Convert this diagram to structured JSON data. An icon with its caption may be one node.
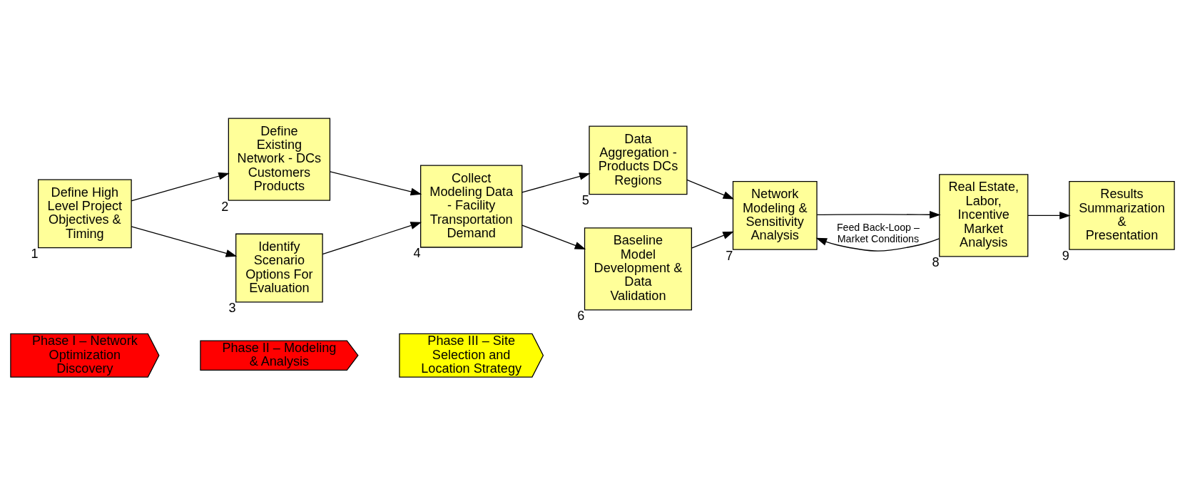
{
  "diagram": {
    "nodes": [
      {
        "text": [
          "Phase I – Network Optimization Discovery"
        ]
      },
      {
        "text": [
          "Phase II – Modeling & Analysis"
        ]
      },
      {
        "text": [
          "Phase III – Site Selection and Location Strategy"
        ]
      },
      {
        "text": [
          "Define High Level Project Objectives & Timing"
        ],
        "beside": [
          "1"
        ]
      },
      {
        "text": [
          "Define Existing Network - DCs Customers Products"
        ],
        "beside": [
          "2"
        ]
      },
      {
        "text": [
          "Identify Scenario Options For Evaluation"
        ],
        "beside": [
          "3"
        ]
      },
      {
        "text": [
          "Collect Modeling Data - Facility Transportation Demand"
        ],
        "beside": [
          "4"
        ]
      },
      {
        "text": [
          "Data Aggregation - Products DCs Regions"
        ],
        "beside": [
          "5"
        ]
      },
      {
        "text": [
          "Baseline Model Development & Data Validation"
        ],
        "beside": [
          "6"
        ]
      },
      {
        "text": [
          "Network Modeling & Sensitivity Analysis"
        ],
        "beside": [
          "7"
        ]
      },
      {
        "text": [
          "Real Estate, Labor, Incentive Market Analysis"
        ],
        "beside": [
          "8"
        ]
      },
      {
        "text": [
          "Results Summarization & Presentation"
        ],
        "beside": [
          "9"
        ]
      }
    ],
    "edges": [
      {
        "from": 3,
        "to": 4,
        "arrow": "to"
      },
      {
        "from": 3,
        "to": 5,
        "arrow": "to"
      },
      {
        "from": 4,
        "to": 6,
        "arrow": "to"
      },
      {
        "from": 5,
        "to": 6,
        "arrow": "to"
      },
      {
        "from": 6,
        "to": 7,
        "arrow": "to"
      },
      {
        "from": 6,
        "to": 8,
        "arrow": "to"
      },
      {
        "from": 7,
        "to": 9,
        "arrow": "to"
      },
      {
        "from": 8,
        "to": 9,
        "arrow": "to"
      },
      {
        "from": 9,
        "to": 10,
        "arrow": "to"
      },
      {
        "from": 10,
        "to": 9,
        "arrow": "to",
        "label": "Feed Back-Loop – Market Conditions"
      },
      {
        "from": 10,
        "to": 11,
        "arrow": "to"
      }
    ]
  }
}
